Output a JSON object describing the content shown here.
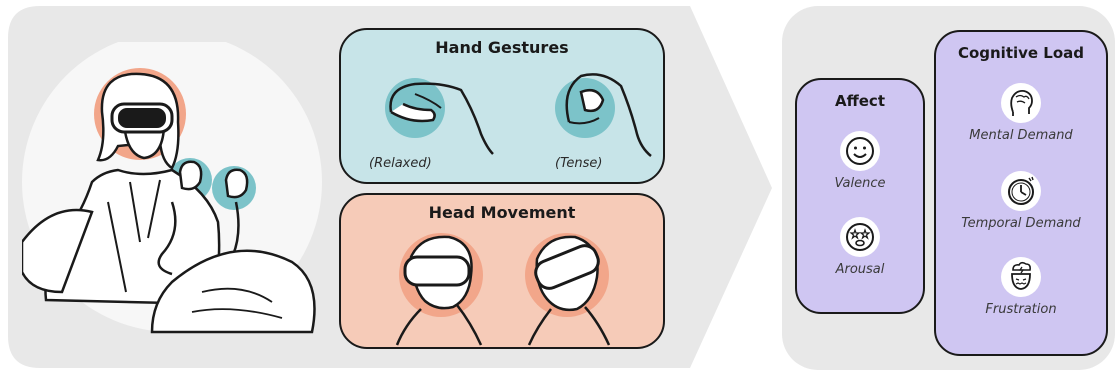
{
  "hand_gestures": {
    "title": "Hand Gestures",
    "relaxed_label": "(Relaxed)",
    "tense_label": "(Tense)"
  },
  "head_movement": {
    "title": "Head Movement"
  },
  "affect": {
    "title": "Affect",
    "items": [
      {
        "label": "Valence",
        "icon": "smiley-icon"
      },
      {
        "label": "Arousal",
        "icon": "starry-eyes-icon"
      }
    ]
  },
  "cognitive_load": {
    "title": "Cognitive Load",
    "items": [
      {
        "label": "Mental Demand",
        "icon": "brain-head-icon"
      },
      {
        "label": "Temporal Demand",
        "icon": "stopwatch-icon"
      },
      {
        "label": "Frustration",
        "icon": "storm-head-icon"
      }
    ]
  },
  "colors": {
    "panel_grey": "#e8e8e8",
    "hand_box": "#c7e4e8",
    "head_box": "#f6cbb8",
    "category_box": "#cfc6f2",
    "accent_orange": "#f2a68a",
    "accent_teal": "#7cc3c9"
  }
}
